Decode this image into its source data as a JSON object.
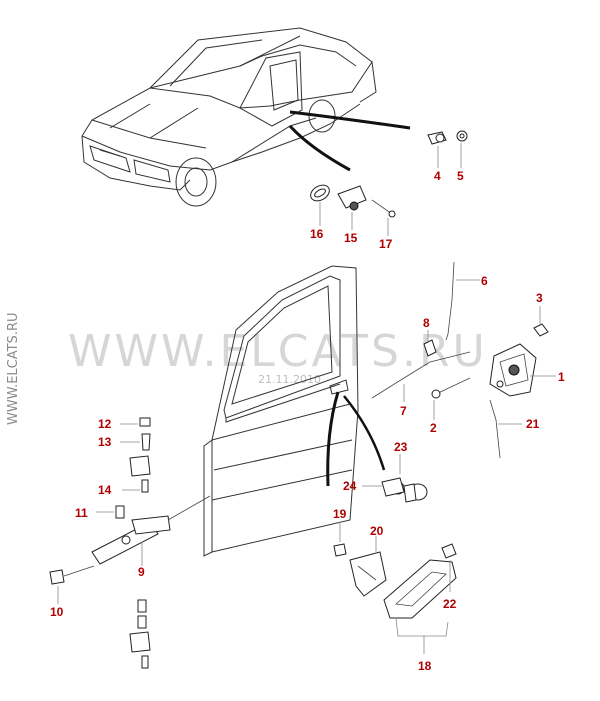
{
  "watermarks": {
    "main": "WWW.ELCATS.RU",
    "side": "WWW.ELCATS.RU",
    "date": "21.11.2010"
  },
  "colors": {
    "callout": "#b00000",
    "line": "#333333",
    "watermark": "#d6d6d6"
  },
  "callouts": [
    {
      "id": "1",
      "text": "1"
    },
    {
      "id": "2",
      "text": "2"
    },
    {
      "id": "3",
      "text": "3"
    },
    {
      "id": "4",
      "text": "4"
    },
    {
      "id": "5",
      "text": "5"
    },
    {
      "id": "6",
      "text": "6"
    },
    {
      "id": "7",
      "text": "7"
    },
    {
      "id": "8",
      "text": "8"
    },
    {
      "id": "9",
      "text": "9"
    },
    {
      "id": "10",
      "text": "10"
    },
    {
      "id": "11",
      "text": "11"
    },
    {
      "id": "12",
      "text": "12"
    },
    {
      "id": "13",
      "text": "13"
    },
    {
      "id": "14",
      "text": "14"
    },
    {
      "id": "15",
      "text": "15"
    },
    {
      "id": "16",
      "text": "16"
    },
    {
      "id": "17",
      "text": "17"
    },
    {
      "id": "18",
      "text": "18"
    },
    {
      "id": "19",
      "text": "19"
    },
    {
      "id": "20",
      "text": "20"
    },
    {
      "id": "21",
      "text": "21"
    },
    {
      "id": "22",
      "text": "22"
    },
    {
      "id": "23",
      "text": "23"
    },
    {
      "id": "24",
      "text": "24"
    }
  ]
}
